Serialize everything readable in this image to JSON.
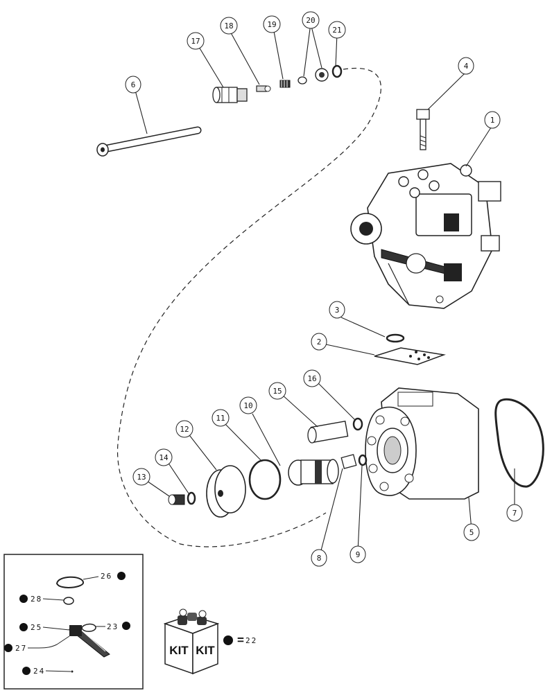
{
  "callouts": {
    "c1": "1",
    "c2": "2",
    "c3": "3",
    "c4": "4",
    "c5": "5",
    "c6": "6",
    "c7": "7",
    "c8": "8",
    "c9": "9",
    "c10": "10",
    "c11": "11",
    "c12": "12",
    "c13": "13",
    "c14": "14",
    "c15": "15",
    "c16": "16",
    "c17": "17",
    "c18": "18",
    "c19": "19",
    "c20": "20",
    "c21": "21"
  },
  "inset": {
    "labels": {
      "i26": "26",
      "i28": "28",
      "i25": "25",
      "i23": "23",
      "i27": "27",
      "i24": "24"
    }
  },
  "kit": {
    "box_text_left": "KIT",
    "box_text_right": "KIT",
    "equals": "=",
    "number": "22"
  }
}
